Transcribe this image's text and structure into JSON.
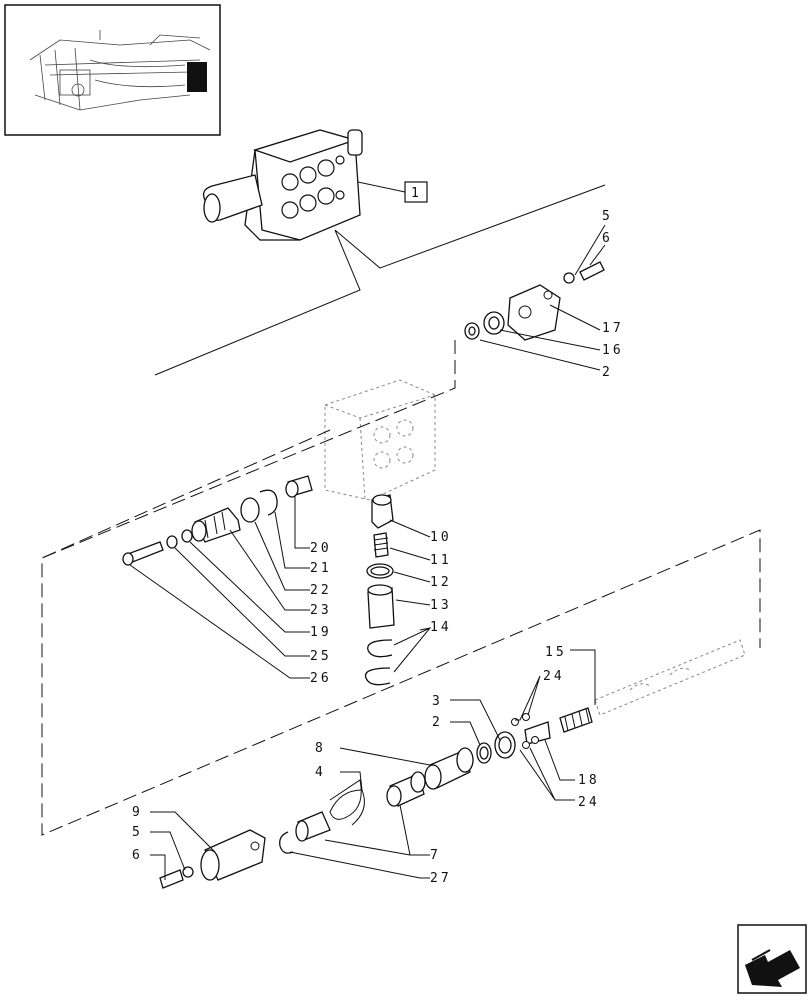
{
  "callouts": {
    "assembly_ref": "1",
    "c5a": "5",
    "c6a": "6",
    "c17": "17",
    "c16": "16",
    "c2a": "2",
    "c10": "10",
    "c11": "11",
    "c12": "12",
    "c13": "13",
    "c14": "14",
    "c20": "20",
    "c21": "21",
    "c22": "22",
    "c23": "23",
    "c19": "19",
    "c25": "25",
    "c26": "26",
    "c15": "15",
    "c24a": "24",
    "c3": "3",
    "c2b": "2",
    "c18": "18",
    "c24b": "24",
    "c8": "8",
    "c4": "4",
    "c7": "7",
    "c27": "27",
    "c9": "9",
    "c5b": "5",
    "c6b": "6"
  },
  "nav": {
    "icon": "next-page-arrow-icon"
  }
}
